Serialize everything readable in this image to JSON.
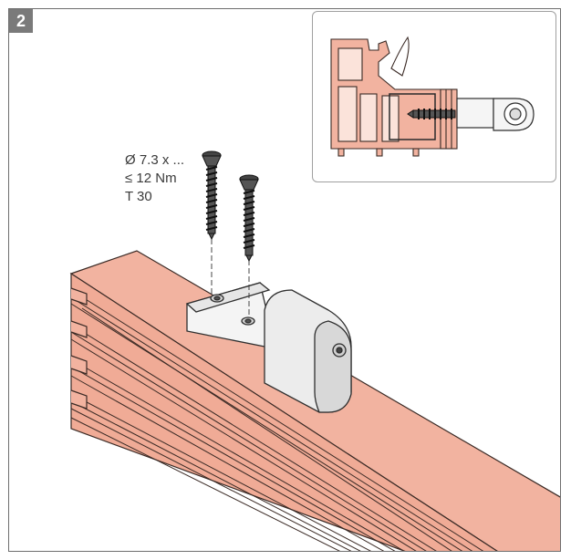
{
  "step": {
    "number": "2"
  },
  "screw_spec": {
    "diameter": "Ø 7.3 x ...",
    "torque": "≤ 12 Nm",
    "drive": "T 30"
  },
  "colors": {
    "profile_fill": "#f2b3a0",
    "profile_edge": "#3a2a25",
    "border": "#6e6e6e",
    "badge": "#7a7a7a"
  }
}
